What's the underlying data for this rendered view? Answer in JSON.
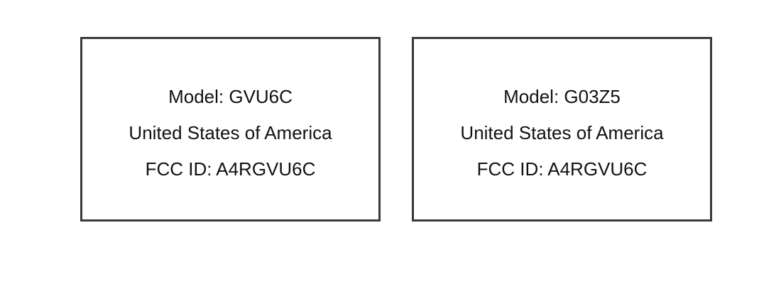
{
  "labels": [
    {
      "model": "Model: GVU6C",
      "country": "United States of America",
      "fcc_id": "FCC ID: A4RGVU6C"
    },
    {
      "model": "Model: G03Z5",
      "country": "United States of America",
      "fcc_id": "FCC ID: A4RGVU6C"
    }
  ]
}
